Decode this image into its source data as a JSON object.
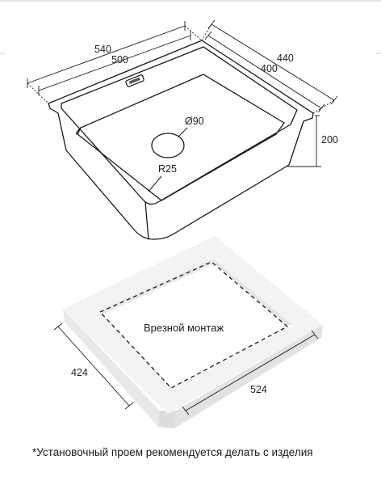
{
  "sink": {
    "dims": {
      "outer_width": "540",
      "inner_width": "500",
      "outer_depth": "440",
      "inner_depth": "400",
      "height": "200",
      "drain": "Ø90",
      "radius": "R25"
    }
  },
  "cutout": {
    "label": "Врезной монтаж",
    "depth": "424",
    "width": "524"
  },
  "footnote": "*Установочный проем рекомендуется делать с изделия",
  "colors": {
    "line": "#1a1a1a",
    "slab_top": "#f3f3f3",
    "slab_side": "#e2e2e2"
  }
}
